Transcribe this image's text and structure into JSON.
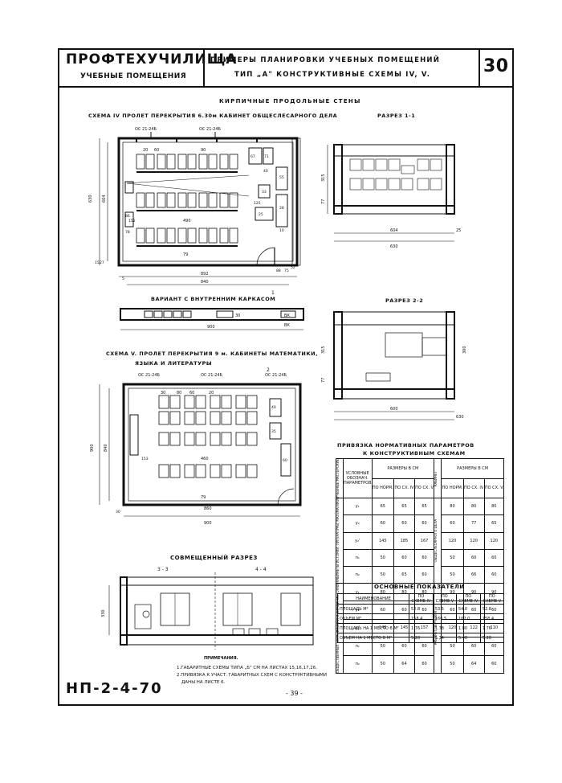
{
  "header": {
    "title_left": "ПРОФТЕХУЧИЛИЩА",
    "subtitle_left": "УЧЕБНЫЕ ПОМЕЩЕНИЯ",
    "title_center_1": "ПРИМЕРЫ ПЛАНИРОВКИ УЧЕБНЫХ ПОМЕЩЕНИЙ",
    "title_center_2": "ТИП „А\" КОНСТРУКТИВНЫЕ СХЕМЫ IV, V.",
    "sheet_number": "30"
  },
  "section_title": "КИРПИЧНЫЕ ПРОДОЛЬНЫЕ СТЕНЫ",
  "scheme4": {
    "title": "СХЕМА IV ПРОЛЕТ ПЕРЕКРЫТИЯ 6.30м КАБИНЕТ ОБЩЕСЛЕСАРНОГО ДЕЛА",
    "axis_a": "ОС 21-24Б",
    "axis_b": "ОС 21-24Б",
    "dims": {
      "d1": "20",
      "d2": "60",
      "d3": "90",
      "d4": "490",
      "d5": "79",
      "d6": "892",
      "d7": "840",
      "d8": "630",
      "d9": "604",
      "d10": "67",
      "d11": "71",
      "d12": "55",
      "d13": "40",
      "d14": "33",
      "d15": "28",
      "d16": "152",
      "d17": "25",
      "d18": "125",
      "d19": "10",
      "d20": "86",
      "d21": "78",
      "d22": "15",
      "d23": "27",
      "d24": "88",
      "d25": "75",
      "d26": "52",
      "d27": "5"
    },
    "cut_mark": "1",
    "variant_title": "ВАРИАНТ С ВНУТРЕННИМ КАРКАСОМ",
    "variant_dim": "900",
    "variant_lbl_a": "30",
    "variant_lbl_b": "ВК",
    "variant_lbl_c": "ВК"
  },
  "section1": {
    "title": "РАЗРЕЗ 1-1",
    "dim_a": "604",
    "dim_b": "630",
    "dim_c": "25",
    "dim_d": "315",
    "dim_e": "77"
  },
  "section2": {
    "title": "РАЗРЕЗ 2-2",
    "dim_a": "600",
    "dim_b": "630",
    "dim_c": "300",
    "dim_d": "315",
    "dim_e": "77"
  },
  "scheme5": {
    "title_1": "СХЕМА V. ПРОЛЕТ ПЕРЕКРЫТИЯ 9 м. КАБИНЕТЫ МАТЕМАТИКИ,",
    "title_2": "ЯЗЫКА И ЛИТЕРАТУРЫ",
    "axis_a": "ОС 21-24Б",
    "axis_b": "ОС 21-24Б",
    "axis_c": "ОС 21-24Б",
    "dims": {
      "d1": "30",
      "d2": "80",
      "d3": "60",
      "d4": "460",
      "d5": "79",
      "d6": "900",
      "d7": "860",
      "d8": "900",
      "d9": "840",
      "d10": "153",
      "d11": "30",
      "d12": "20",
      "d13": "40",
      "d14": "35",
      "d15": "60"
    },
    "cut_mark": "2"
  },
  "combined": {
    "title": "СОВМЕЩЕННЫЙ РАЗРЕЗ",
    "left_mark": "3 - 3",
    "right_mark": "4 - 4",
    "dim": "330"
  },
  "norm_table": {
    "title_1": "ПРИВЯЗКА НОРМАТИВНЫХ ПАРАМЕТРОВ",
    "title_2": "К КОНСТРУКТИВНЫМ СХЕМАМ",
    "head_params": "УСЛОВНЫЕ ОБОЗНАЧ. ПАРАМЕТРОВ",
    "head_sizes": "РАЗМЕРЫ В СМ",
    "sub_a": "ПО НОРМ.",
    "sub_b": "ПО СХ. IV",
    "sub_c": "ПО СХ. V",
    "left_group_1": "УЧЕБНЫЕ МАСТЕРСКИЕ",
    "left_group_2": "КАБИНЕТЫ ИСТОРИИ, ЛИТЕРАТУРЫ, МАТЕМАТИКИ",
    "left_group_3": "ОБЩЕСТВЕННЫХ НАУК, ФИЗИКИ И ХИМИИ, ИСТОРИИ",
    "right_group_1": "КАБИНЕТ",
    "right_group_2": "ОБЩЕСЛЕСАРНОГО ДЕЛА",
    "right_group_3": "КАБИНЕТ ЧЕРЧЕНИЯ",
    "rows": [
      [
        "у₁",
        "65",
        "65",
        "65",
        "",
        "80",
        "80",
        "80"
      ],
      [
        "у₂",
        "60",
        "60",
        "60",
        "",
        "60",
        "77",
        "65"
      ],
      [
        "у₂'",
        "145",
        "185",
        "167",
        "",
        "120",
        "120",
        "120"
      ],
      [
        "п₁",
        "50",
        "60",
        "60",
        "",
        "50",
        "60",
        "60"
      ],
      [
        "п₂",
        "50",
        "65",
        "60",
        "",
        "50",
        "66",
        "60"
      ],
      [
        "у₁",
        "80",
        "80",
        "80",
        "",
        "90",
        "90",
        "90"
      ],
      [
        "у₂",
        "60",
        "60",
        "60",
        "",
        "60",
        "60",
        "60"
      ],
      [
        "у₂'",
        "145",
        "145",
        "157",
        "",
        "120",
        "122",
        "110"
      ],
      [
        "п₁",
        "50",
        "60",
        "60",
        "",
        "50",
        "60",
        "60"
      ],
      [
        "п₂",
        "50",
        "64",
        "60",
        "",
        "50",
        "64",
        "60"
      ]
    ]
  },
  "main_table": {
    "title": "ОСНОВНЫЕ ПОКАЗАТЕЛИ",
    "head": [
      "НАИМЕНОВАНИЕ",
      "ПО СХЕМЕ IV",
      "ПО СХЕМЕ V",
      "ПО СХЕМЕ IV",
      "ПО СХЕМЕ V"
    ],
    "rows": [
      [
        "ПЛОЩАДЬ М²",
        "52.8",
        "53.5",
        "54.0",
        "52.8"
      ],
      [
        "ОБЪЕМ М³",
        "158.4",
        "160.5",
        "162.0",
        "158.4"
      ],
      [
        "ПЛОЩАДЬ НА 1 МЕСТО В М²",
        "1.76",
        "1.78",
        "1.80",
        "1.76"
      ],
      [
        "ОБЪЕМ НА 1 МЕСТО В М³",
        "5.28",
        "5.34",
        "5.40",
        "5.28"
      ]
    ]
  },
  "notes": {
    "title": "ПРИМЕЧАНИЯ.",
    "line1": "1.ГАБАРИТНЫЕ СХЕМЫ ТИПА „Б\" СМ НА ЛИСТАХ 15,16,17,26.",
    "line2": "2.ПРИВЯЗКА К УЧАСТ. ГАБАРИТНЫХ СХЕМ С КОНСТРУКТИВНЫМИ",
    "line3": "ДАНЫ НА ЛИСТЕ 6."
  },
  "footer": {
    "code": "НП-2-4-70",
    "page": "- 39 -"
  }
}
